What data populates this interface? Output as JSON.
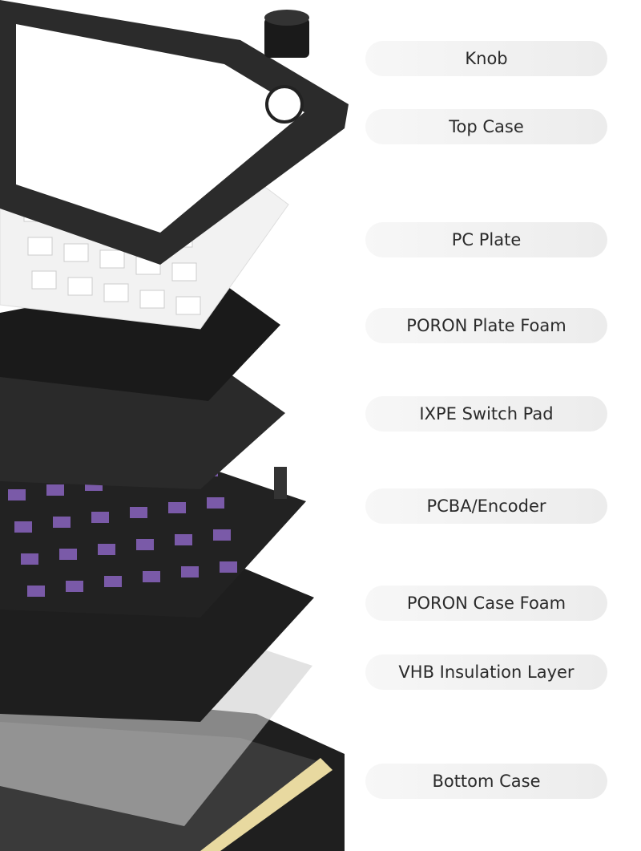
{
  "labels": [
    "Knob",
    "Top Case",
    "PC Plate",
    "PORON Plate Foam",
    "IXPE Switch Pad",
    "PCBA/Encoder",
    "PORON Case Foam",
    "VHB Insulation Layer",
    "Bottom Case"
  ],
  "colors": {
    "case": "#2b2b2b",
    "plate": "#f2f2f2",
    "foam": "#1e1e1e",
    "pcb": "#222222",
    "switch": "#7a5aa8",
    "accent": "#e8d9a0"
  }
}
